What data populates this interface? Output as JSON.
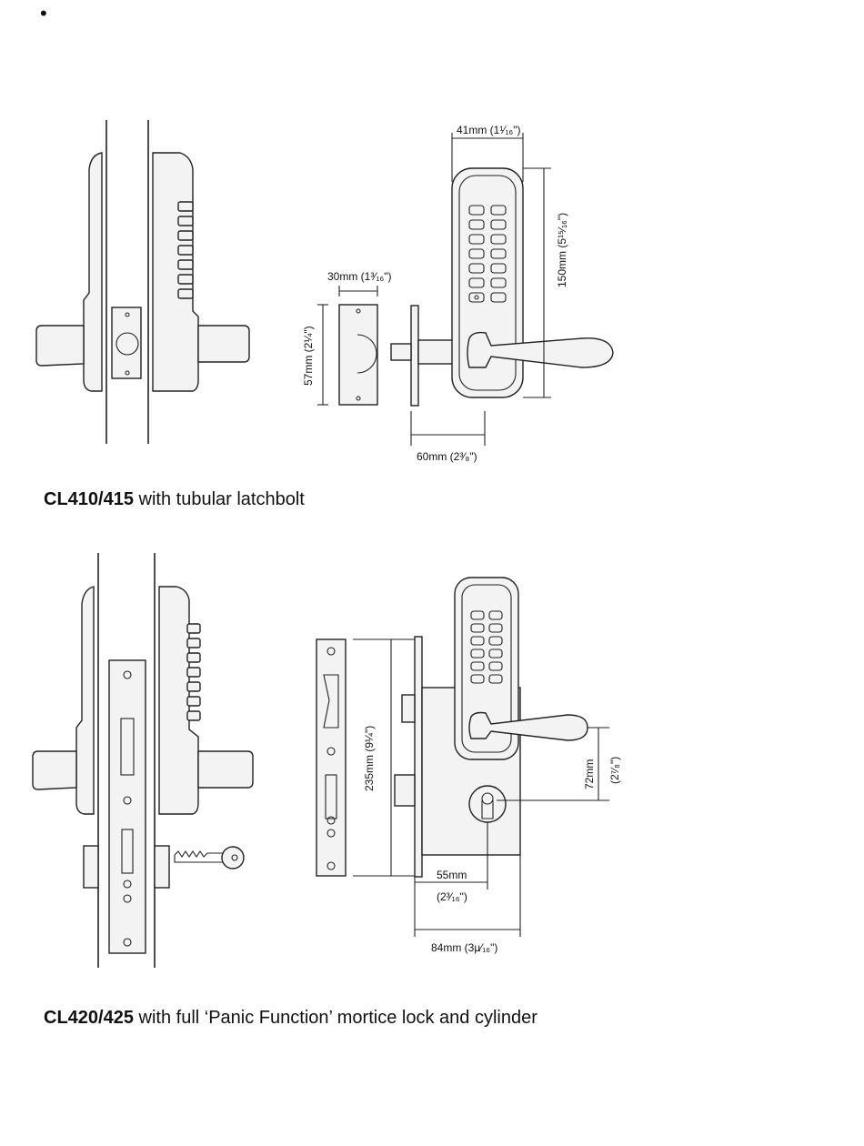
{
  "bullet": "•",
  "diagram1": {
    "caption_model": "CL410/415",
    "caption_text": " with tubular latchbolt",
    "dims": {
      "width_41": "41mm (1¹⁄₁₆\")",
      "height_150": "150mm (5¹⁵⁄₁₆\")",
      "width_30": "30mm (1³⁄₁₆\")",
      "height_57": "57mm (2¼\")",
      "backset_60": "60mm (2³⁄₈\")"
    }
  },
  "diagram2": {
    "caption_model": "CL420/425",
    "caption_text": " with full ‘Panic Function’ mortice lock and cylinder",
    "dims": {
      "height_235": "235mm (9¼\")",
      "height_72": "72mm",
      "height_72_imp": "(2⁷⁄₈\")",
      "backset_55": "55mm",
      "backset_55_imp": "(2³⁄₁₆\")",
      "width_84": "84mm (3µ⁄₁₆\")"
    }
  }
}
